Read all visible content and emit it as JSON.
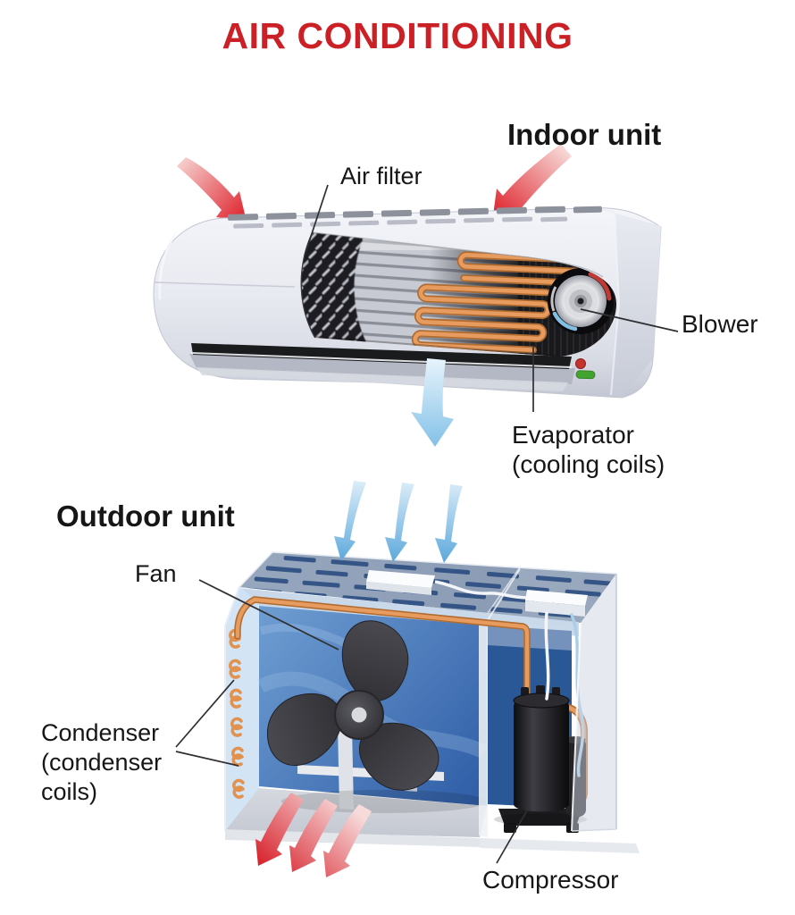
{
  "title": {
    "text": "AIR CONDITIONING"
  },
  "indoor": {
    "heading": "Indoor unit",
    "labels": {
      "air_filter": "Air filter",
      "blower": "Blower",
      "evaporator_line1": "Evaporator",
      "evaporator_line2": "(cooling coils)"
    }
  },
  "outdoor": {
    "heading": "Outdoor unit",
    "labels": {
      "fan": "Fan",
      "condenser_line1": "Condenser",
      "condenser_line2": "(condenser",
      "condenser_line3": "coils)",
      "compressor": "Compressor"
    }
  },
  "colors": {
    "title_red": "#cb2026",
    "label_black": "#161616",
    "arrow_red": "#df2c35",
    "arrow_blue": "#6fb1e0",
    "coil_orange": "#e79b5e",
    "wall_blue": "#3465ab"
  }
}
